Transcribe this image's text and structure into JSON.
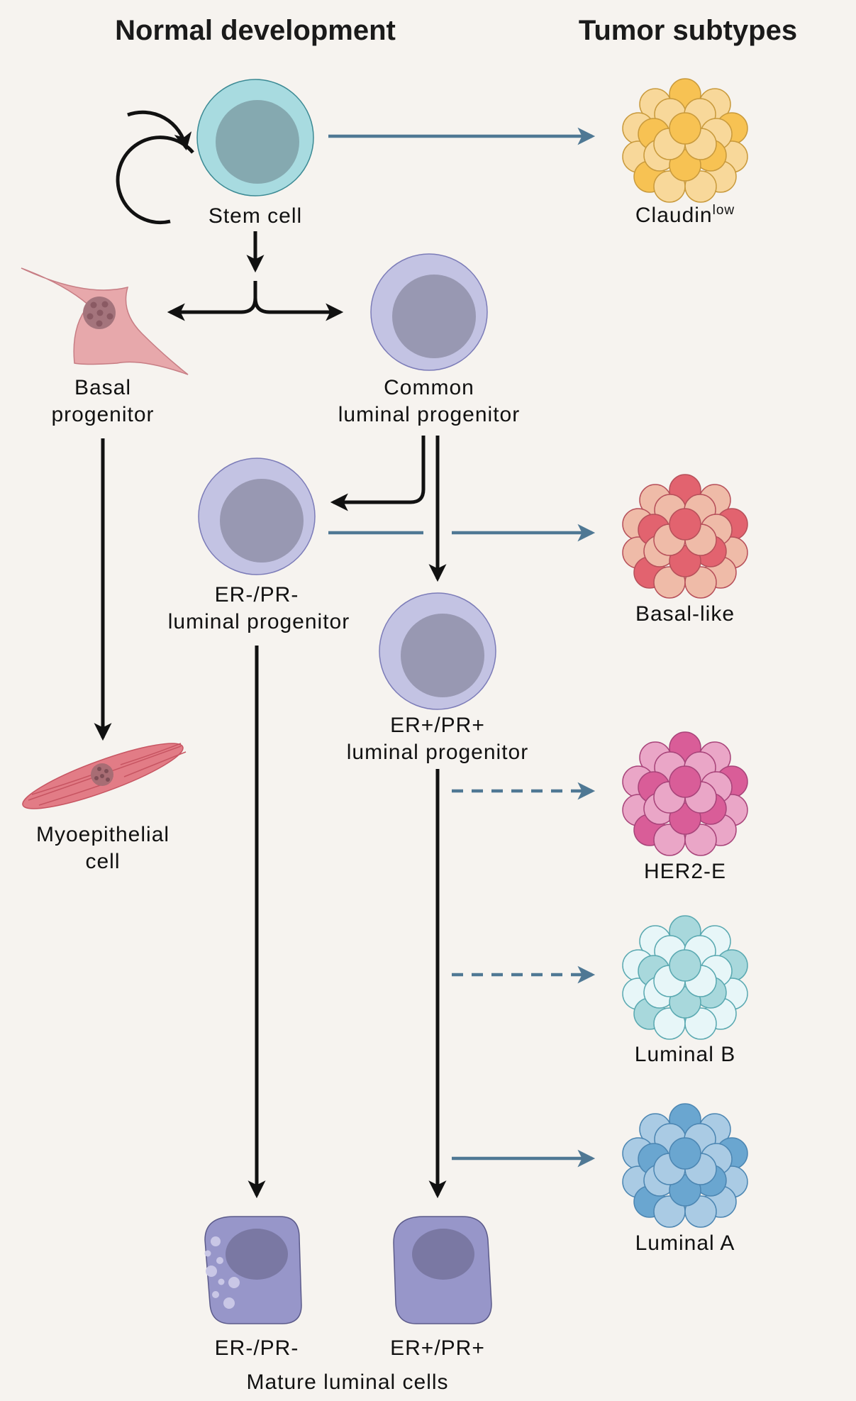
{
  "headers": {
    "left": "Normal development",
    "right": "Tumor subtypes"
  },
  "cells": {
    "stem": {
      "label": "Stem cell",
      "fill": "#a8dbe0",
      "nucleus": "#85a9b0",
      "stroke": "#3c8a94"
    },
    "basal_progenitor": {
      "label_line1": "Basal",
      "label_line2": "progenitor",
      "fill": "#e7a8ab",
      "nucleus": "#a4747c"
    },
    "common_luminal": {
      "label_line1": "Common",
      "label_line2": "luminal progenitor",
      "fill": "#c3c3e3",
      "nucleus": "#9898b2",
      "stroke": "#7c7cb8"
    },
    "er_neg_progenitor": {
      "label_line1": "ER-/PR-",
      "label_line2": "luminal progenitor"
    },
    "er_pos_progenitor": {
      "label_line1": "ER+/PR+",
      "label_line2": "luminal progenitor"
    },
    "myoepithelial": {
      "label_line1": "Myoepithelial",
      "label_line2": "cell",
      "fill": "#e27c86",
      "stroke": "#c75562"
    },
    "mature_er_neg": {
      "label": "ER-/PR-",
      "fill": "#9796c9",
      "nucleus": "#7a78a3"
    },
    "mature_er_pos": {
      "label": "ER+/PR+",
      "fill": "#9796c9",
      "nucleus": "#7a78a3"
    },
    "mature_caption": "Mature luminal cells"
  },
  "tumors": [
    {
      "id": "claudin",
      "label": "Claudin",
      "superscript": "low",
      "dark": "#f7c253",
      "light": "#f8d89a",
      "stroke": "#c99a3c"
    },
    {
      "id": "basal-like",
      "label": "Basal-like",
      "dark": "#e2636f",
      "light": "#efbba8",
      "stroke": "#b7505a"
    },
    {
      "id": "her2-e",
      "label": "HER2-E",
      "dark": "#d95d98",
      "light": "#eaa6c7",
      "stroke": "#a8447a"
    },
    {
      "id": "luminal-b",
      "label": "Luminal B",
      "dark": "#a8d8dc",
      "light": "#e7f6f8",
      "stroke": "#5aa9b1"
    },
    {
      "id": "luminal-a",
      "label": "Luminal A",
      "dark": "#6aa6d0",
      "light": "#aacbe4",
      "stroke": "#4c86b2"
    }
  ],
  "colors": {
    "background": "#f6f3ef",
    "arrow_black": "#111111",
    "arrow_blue": "#4f7894"
  },
  "arrows": {
    "solid_to_tumor": [
      "claudin",
      "basal-like",
      "luminal-a"
    ],
    "dashed_to_tumor": [
      "her2-e",
      "luminal-b"
    ]
  }
}
